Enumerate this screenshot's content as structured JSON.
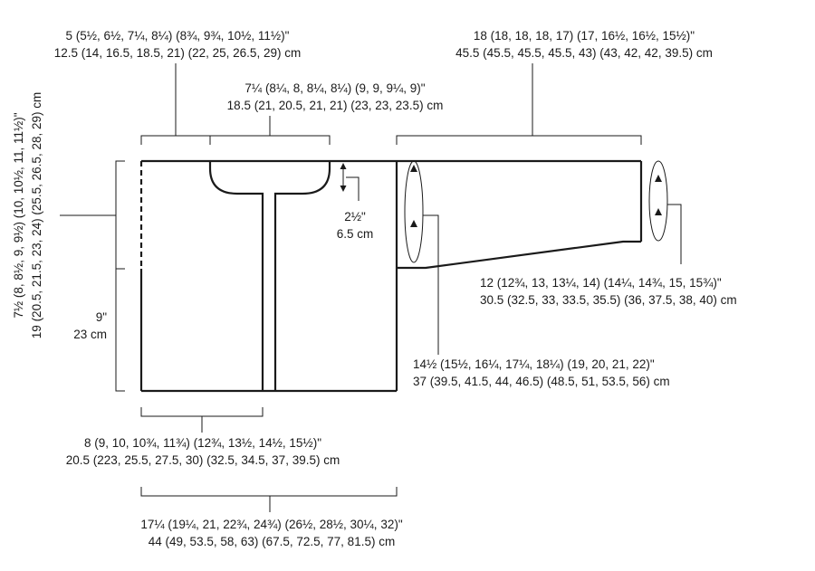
{
  "labels": {
    "shoulder_in": "5 (5½, 6½, 7¼, 8¼) (8¾, 9¾, 10½, 11½)\"",
    "shoulder_cm": "12.5 (14, 16.5, 18.5, 21) (22, 25, 26.5, 29) cm",
    "neck_in": "7¼ (8¼, 8, 8¼, 8¼) (9, 9, 9¼, 9)\"",
    "neck_cm": "18.5 (21, 20.5, 21, 21) (23, 23, 23.5) cm",
    "sleeve_len_in": "18 (18, 18, 18, 17) (17, 16½, 16½, 15½)\"",
    "sleeve_len_cm": "45.5 (45.5, 45.5, 45.5, 43) (43, 42, 42, 39.5) cm",
    "neck_depth_in": "2½\"",
    "neck_depth_cm": "6.5 cm",
    "armhole_in": "7½ (8, 8½, 9, 9½) (10, 10½, 11, 11½)\"",
    "armhole_cm": "19 (20.5, 21.5, 23, 24) (25.5, 26.5, 28, 29) cm",
    "body_len_in": "9\"",
    "body_len_cm": "23 cm",
    "cuff_in": "12 (12¾, 13, 13¼, 14) (14¼, 14¾, 15, 15¾)\"",
    "cuff_cm": "30.5 (32.5, 33, 33.5, 35.5) (36, 37.5, 38, 40) cm",
    "upper_arm_in": "14½ (15½, 16¼, 17¼, 18¼) (19, 20, 21, 22)\"",
    "upper_arm_cm": "37 (39.5, 41.5, 44, 46.5) (48.5, 51, 53.5, 56) cm",
    "front_width_in": "8 (9, 10, 10¾, 11¾) (12¾, 13½, 14½, 15½)\"",
    "front_width_cm": "20.5 (223, 25.5, 27.5, 30) (32.5, 34.5, 37, 39.5) cm",
    "back_width_in": "17¼ (19¼, 21, 22¾, 24¾) (26½, 28½, 30¼, 32)\"",
    "back_width_cm": "44 (49, 53.5, 58, 63) (67.5, 72.5, 77, 81.5) cm"
  }
}
